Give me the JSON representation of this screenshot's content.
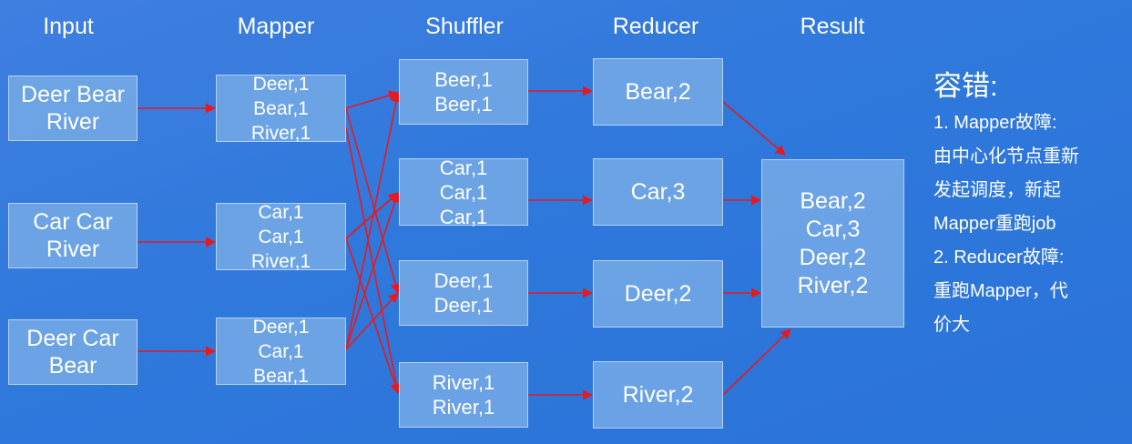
{
  "headers": {
    "input": "Input",
    "mapper": "Mapper",
    "shuffler": "Shuffler",
    "reducer": "Reducer",
    "result": "Result"
  },
  "inputs": [
    {
      "lines": [
        "Deer Bear",
        "River"
      ]
    },
    {
      "lines": [
        "Car Car",
        "River"
      ]
    },
    {
      "lines": [
        "Deer Car",
        "Bear"
      ]
    }
  ],
  "mappers": [
    {
      "lines": [
        "Deer,1",
        "Bear,1",
        "River,1"
      ]
    },
    {
      "lines": [
        "Car,1",
        "Car,1",
        "River,1"
      ]
    },
    {
      "lines": [
        "Deer,1",
        "Car,1",
        "Bear,1"
      ]
    }
  ],
  "shufflers": [
    {
      "lines": [
        "Beer,1",
        "Beer,1"
      ]
    },
    {
      "lines": [
        "Car,1",
        "Car,1",
        "Car,1"
      ]
    },
    {
      "lines": [
        "Deer,1",
        "Deer,1"
      ]
    },
    {
      "lines": [
        "River,1",
        "River,1"
      ]
    }
  ],
  "reducers": [
    {
      "label": "Bear,2"
    },
    {
      "label": "Car,3"
    },
    {
      "label": "Deer,2"
    },
    {
      "label": "River,2"
    }
  ],
  "result": {
    "lines": [
      "Bear,2",
      "Car,3",
      "Deer,2",
      "River,2"
    ]
  },
  "note": {
    "title": "容错:",
    "lines": [
      "1. Mapper故障:",
      "由中心化节点重新",
      "发起调度，新起",
      "Mapper重跑job",
      "2. Reducer故障:",
      "重跑Mapper，代",
      "价大"
    ]
  },
  "colors": {
    "background": "#2f78dc",
    "box": "#76aae6",
    "arrow": "#e8191e"
  }
}
